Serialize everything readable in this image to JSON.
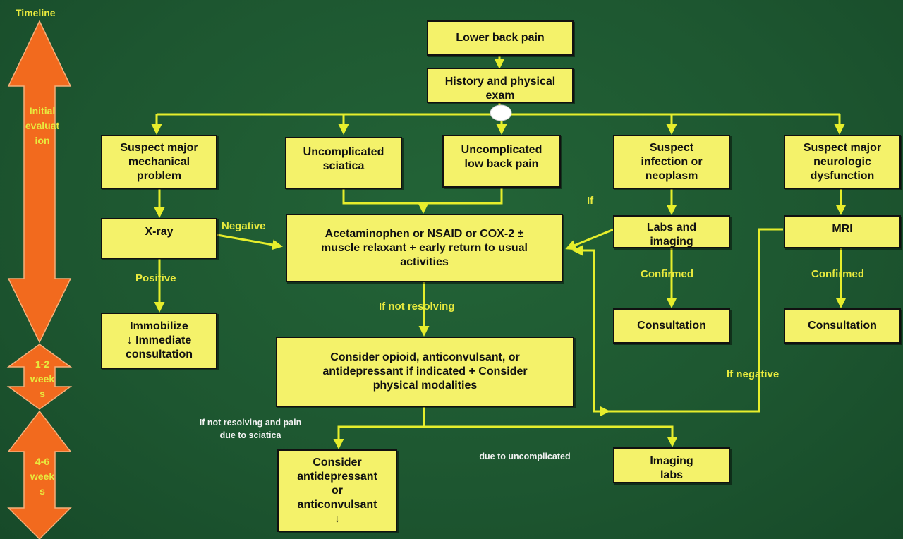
{
  "timeline": {
    "title": "Timeline",
    "stages": [
      {
        "label": "Initial\nevaluat\nion"
      },
      {
        "label": "1-2\nweek\ns"
      },
      {
        "label": "4-6\nweek\ns"
      }
    ]
  },
  "nodes": {
    "lower_back_pain": "Lower back pain",
    "history_exam": "History and physical\nexam",
    "suspect_mechanical": "Suspect major\nmechanical\nproblem",
    "uncomplicated_sciatica": "Uncomplicated\nsciatica",
    "uncomplicated_lbp": "Uncomplicated\nlow back pain",
    "suspect_infection": "Suspect\ninfection or\nneoplasm",
    "suspect_neurologic": "Suspect major\nneurologic\ndysfunction",
    "xray": "X-ray",
    "acetaminophen": "Acetaminophen or NSAID or COX-2 ±\nmuscle relaxant + early return to usual\nactivities",
    "labs_imaging": "Labs and\nimaging",
    "mri": "MRI",
    "immobilize": "Immobilize\n↓ Immediate\nconsultation",
    "consultation_infection": "Consultation",
    "consultation_neuro": "Consultation",
    "consider_opioid": "Consider opioid, anticonvulsant, or\nantidepressant if indicated + Consider\nphysical modalities",
    "consider_antidepressant": "Consider\nantidepressant\nor\nanticonvulsant\n↓",
    "imaging_labs": "Imaging\nlabs"
  },
  "edge_labels": {
    "negative": "Negative",
    "positive": "Positive",
    "if_not_resolving": "If not resolving",
    "confirmed_infection": "Confirmed",
    "confirmed_neuro": "Confirmed",
    "if_label": "If",
    "if_negative": "If negative",
    "if_not_resolving_sciatica": "If not resolving and pain\ndue to sciatica",
    "due_to_uncomplicated": "due to uncomplicated"
  },
  "colors": {
    "background": "#1f5a32",
    "box_fill": "#f4f26a",
    "arrow": "#e6ee2c",
    "timeline_arrow": "#f26a1e",
    "label_text": "#e8ea3e"
  }
}
